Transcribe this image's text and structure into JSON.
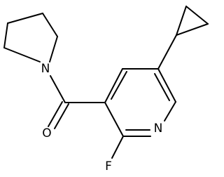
{
  "molecule": {
    "atoms": {
      "n_pyrrolidine": "N",
      "o_carbonyl": "O",
      "n_pyridine": "N",
      "f_fluoro": "F"
    }
  },
  "colors": {
    "bond": "#000000",
    "background": "#ffffff"
  }
}
